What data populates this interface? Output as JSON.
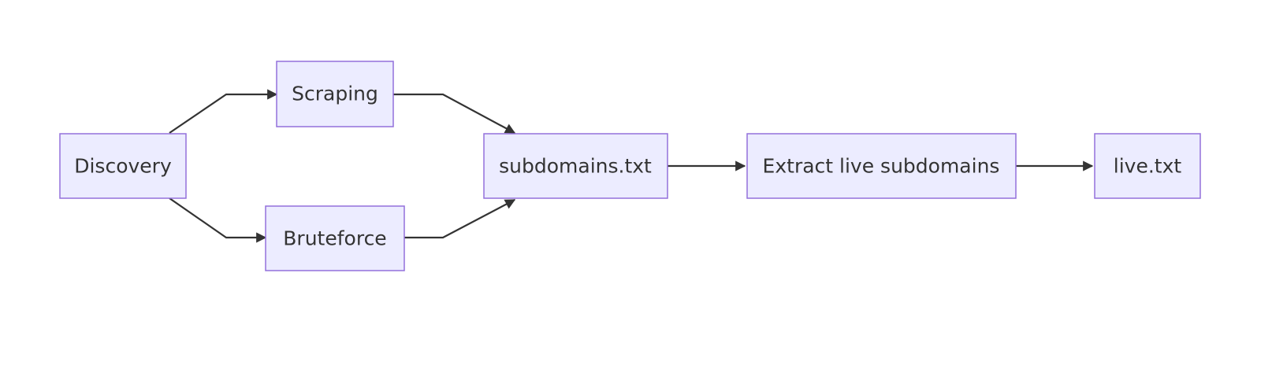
{
  "diagram": {
    "type": "flowchart",
    "direction": "left-to-right",
    "nodes": [
      {
        "id": "discovery",
        "label": "Discovery"
      },
      {
        "id": "scraping",
        "label": "Scraping"
      },
      {
        "id": "bruteforce",
        "label": "Bruteforce"
      },
      {
        "id": "subdomains",
        "label": "subdomains.txt"
      },
      {
        "id": "extract",
        "label": "Extract live subdomains"
      },
      {
        "id": "live",
        "label": "live.txt"
      }
    ],
    "edges": [
      {
        "from": "discovery",
        "to": "scraping"
      },
      {
        "from": "discovery",
        "to": "bruteforce"
      },
      {
        "from": "scraping",
        "to": "subdomains"
      },
      {
        "from": "bruteforce",
        "to": "subdomains"
      },
      {
        "from": "subdomains",
        "to": "extract"
      },
      {
        "from": "extract",
        "to": "live"
      }
    ],
    "colors": {
      "node_fill": "#ECECFF",
      "node_border": "#9370DB",
      "edge": "#333333",
      "text": "#333333"
    }
  }
}
